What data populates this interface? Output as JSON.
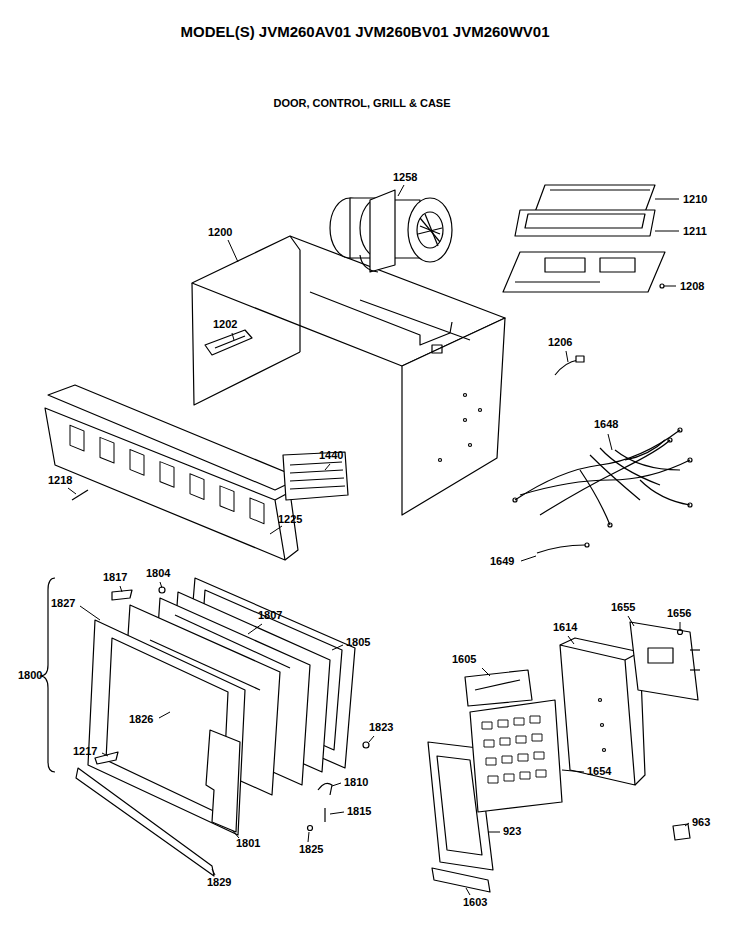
{
  "diagram": {
    "title": "MODEL(S) JVM260AV01  JVM260BV01  JVM260WV01",
    "labels": [
      "DOOR, CONTROL, GRILL & CASE",
      "1258",
      "1210",
      "1200",
      "1211",
      "1208",
      "1202",
      "1206",
      "1648",
      "1440",
      "1218",
      "1225",
      "1649",
      "1817",
      "1804",
      "1655",
      "1827",
      "1807",
      "1656",
      "1614",
      "1805",
      "1605",
      "1800",
      "1826",
      "1823",
      "1217",
      "1654",
      "1810",
      "1815",
      "963",
      "923",
      "1801",
      "1825",
      "1829",
      "1603"
    ]
  }
}
